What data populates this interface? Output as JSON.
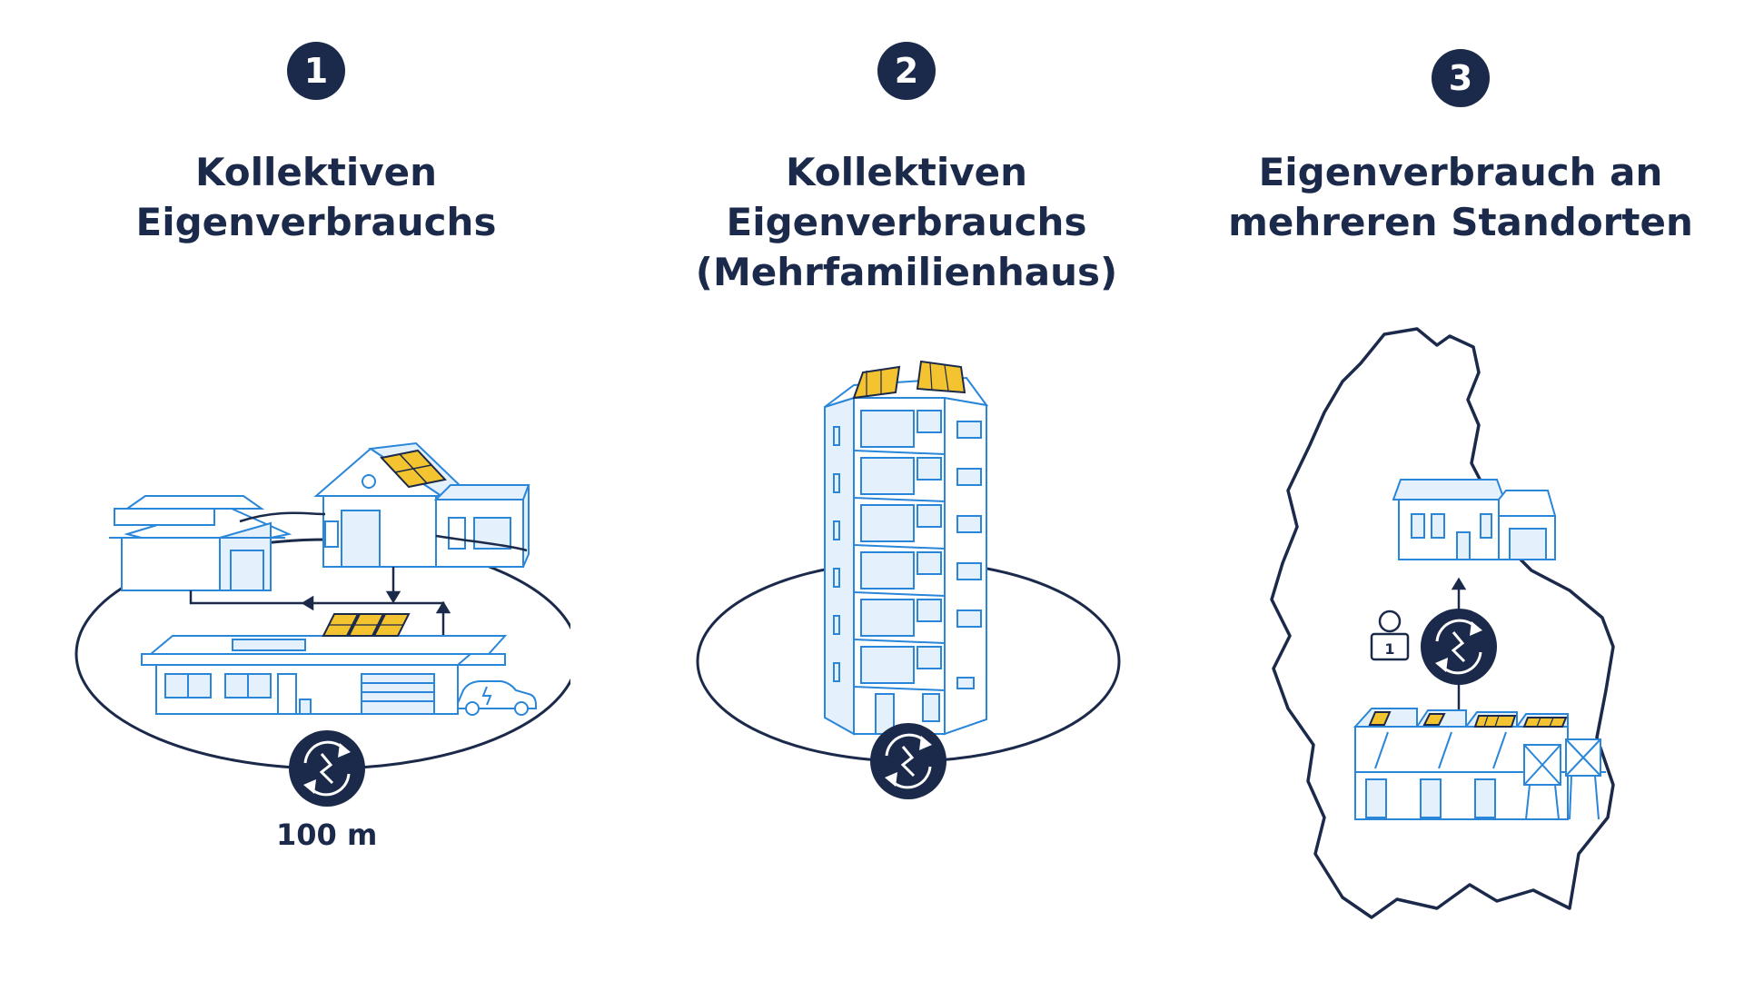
{
  "colors": {
    "navy": "#1b2a4a",
    "line_blue": "#2a86d9",
    "fill_blue": "#e4f1fd",
    "solar_yellow": "#f4c430"
  },
  "steps": [
    {
      "number": "1",
      "title_lines": [
        "Kollektiven",
        "Eigenverbrauchs"
      ],
      "distance_label": "100 m",
      "icons": [
        "houses-illustration",
        "solar-panel-icon",
        "electric-car-icon",
        "energy-exchange-icon"
      ]
    },
    {
      "number": "2",
      "title_lines": [
        "Kollektiven",
        "Eigenverbrauchs",
        "(Mehrfamilienhaus)"
      ],
      "icons": [
        "apartment-building-illustration",
        "solar-panel-icon",
        "energy-exchange-icon"
      ]
    },
    {
      "number": "3",
      "title_lines": [
        "Eigenverbrauch an",
        "mehreren Standorten"
      ],
      "badge_label": "1",
      "icons": [
        "luxembourg-map-outline",
        "house-illustration",
        "factory-illustration",
        "person-badge-icon",
        "energy-exchange-icon"
      ]
    }
  ]
}
